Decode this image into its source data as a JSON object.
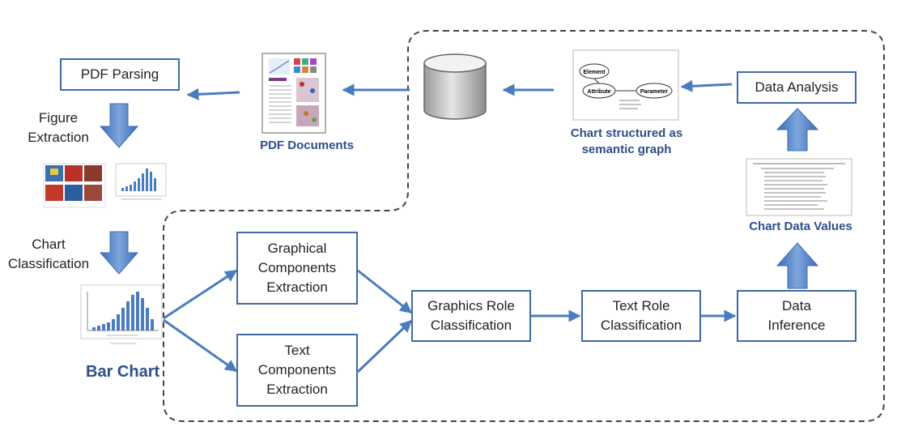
{
  "steps": {
    "pdf_parsing": "PDF Parsing",
    "figure_extraction": "Figure\nExtraction",
    "chart_classification": "Chart\nClassification",
    "graphical_components": "Graphical\nComponents\nExtraction",
    "text_components": "Text\nComponents\nExtraction",
    "graphics_role": "Graphics Role\nClassification",
    "text_role": "Text Role\nClassification",
    "data_inference": "Data\nInference",
    "data_analysis": "Data Analysis"
  },
  "labels": {
    "pdf_documents": "PDF Documents",
    "chart_structured": "Chart structured as\nsemantic graph",
    "chart_data_values": "Chart Data Values",
    "bar_chart": "Bar Chart"
  },
  "semantic_graph": {
    "element": "Element",
    "attribute": "Attribute",
    "parameter": "Parameter"
  },
  "colors": {
    "box_border": "#3f6aa6",
    "arrow": "#4a7cc0",
    "label_blue": "#2e4f8c",
    "dashed": "#444444"
  }
}
